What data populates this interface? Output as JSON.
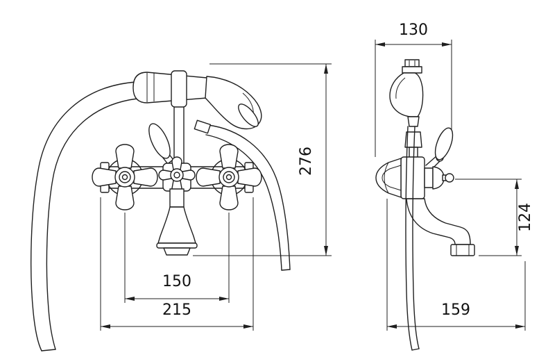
{
  "colors": {
    "background": "#ffffff",
    "line": "#1f1f1f",
    "text": "#111111"
  },
  "dimensions": {
    "top_width": "130",
    "overall_height": "276",
    "handle_spacing": "150",
    "overall_width": "215",
    "spout_height": "124",
    "overall_depth": "159"
  }
}
